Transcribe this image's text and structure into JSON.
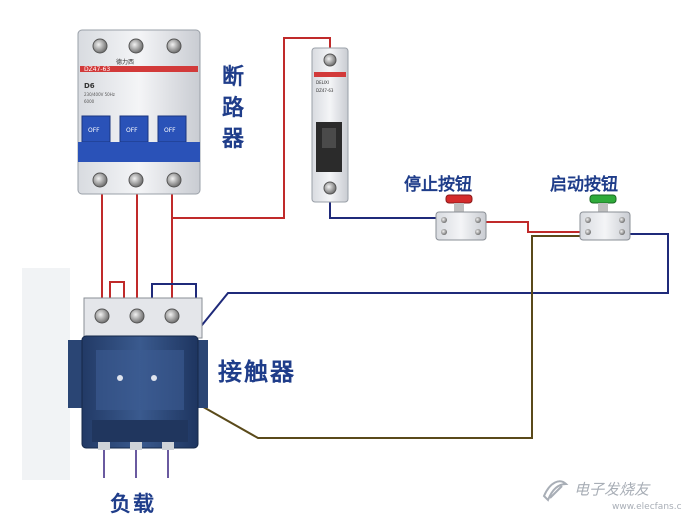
{
  "labels": {
    "breaker_chars": [
      "断",
      "路",
      "器"
    ],
    "stop_button": "停止按钮",
    "start_button": "启动按钮",
    "contactor": "接触器",
    "load": "负载"
  },
  "breaker_3p": {
    "brand": "德力西",
    "model": "DZ47-63",
    "rating": "D6",
    "spec_line_1": "230/400V 50Hz",
    "spec_line_2": "6000",
    "pole_label": "OFF"
  },
  "breaker_1p": {
    "brand": "DELIXI",
    "model": "DZ47-63"
  },
  "watermark": {
    "text": "电子发烧友",
    "url": "www.elecfans.com"
  },
  "colors": {
    "wire_red": "#c02a2a",
    "wire_navy": "#1f2a7a",
    "wire_olive": "#5a4a1a",
    "contactor_body": "#2f4a78",
    "handle_blue": "#2a52b8",
    "label_blue": "#1f3d8a",
    "stop_cap": "#d42a2a",
    "start_cap": "#2faa3a"
  }
}
